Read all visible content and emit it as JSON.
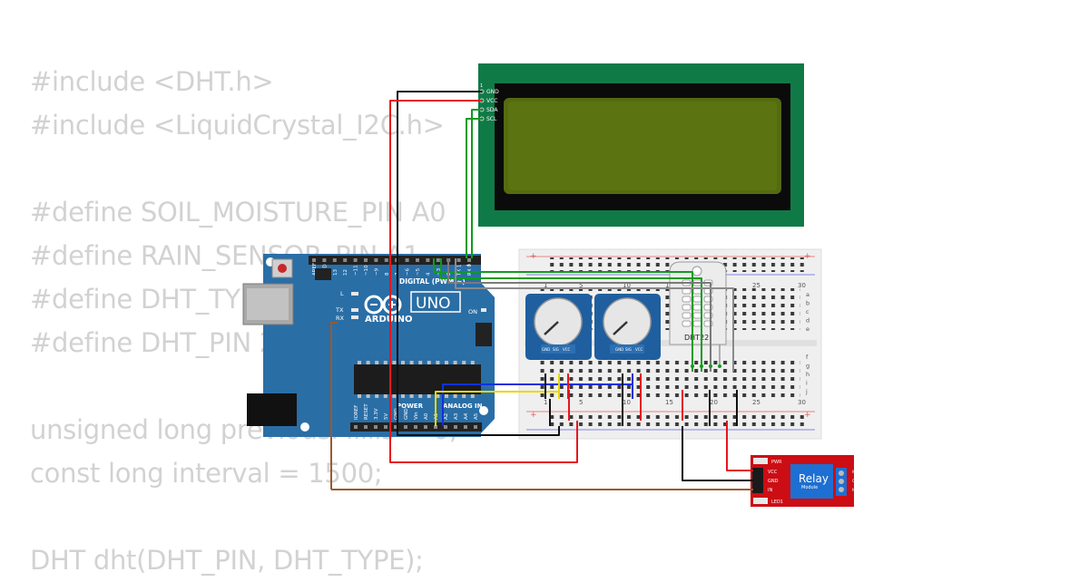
{
  "code_lines": [
    "#include <DHT.h>",
    "#include <LiquidCrystal_I2C.h>",
    "",
    "#define SOIL_MOISTURE_PIN A0",
    "#define RAIN_SENSOR_PIN A1",
    "#define DHT_TYPE DHT22",
    "#define DHT_PIN 2",
    "",
    "unsigned long previousMillis = 0;",
    "const long interval = 1500;",
    "",
    "DHT dht(DHT_PIN, DHT_TYPE);"
  ],
  "lcd": {
    "pins": [
      "GND",
      "VCC",
      "SDA",
      "SCL"
    ],
    "pin1_label": "1"
  },
  "arduino": {
    "model_label": "UNO",
    "brand_label": "ARDUINO",
    "digital_label": "DIGITAL (PWM ~)",
    "power_label": "POWER",
    "analog_label": "ANALOG IN",
    "led_labels": [
      "L",
      "TX",
      "RX"
    ],
    "on_label": "ON",
    "top_pin_labels": [
      "AREF",
      "GND",
      "13",
      "12",
      "~11",
      "~10",
      "~9",
      "8",
      "7",
      "~6",
      "~5",
      "4",
      "~3",
      "2",
      "TX 1",
      "RX 0"
    ],
    "bottom_pin_labels": [
      "IOREF",
      "RESET",
      "3.3V",
      "5V",
      "GND",
      "GND",
      "Vin",
      "A0",
      "A1",
      "A2",
      "A3",
      "A4",
      "A5"
    ]
  },
  "breadboard": {
    "column_numbers": [
      "1",
      "5",
      "10",
      "15",
      "20",
      "25",
      "30"
    ],
    "row_letters_top": [
      "a",
      "b",
      "c",
      "d",
      "e"
    ],
    "row_letters_bottom": [
      "f",
      "g",
      "h",
      "i",
      "j"
    ]
  },
  "potentiometer": {
    "pin_labels": [
      "GND",
      "SIG",
      "VCC"
    ]
  },
  "dht22": {
    "label": "DHT22"
  },
  "relay": {
    "title": "Relay",
    "subtitle": "Module",
    "pins": [
      "VCC",
      "GND",
      "IN"
    ],
    "pwr_label": "PWR",
    "led_label": "LED1",
    "contact_labels": [
      "NO",
      "COM",
      "NC"
    ]
  },
  "colors": {
    "lcd_board": "#107a47",
    "lcd_screen": "#556b10",
    "arduino_board": "#2a6ea6",
    "breadboard": "#efefef",
    "relay_board": "#cc0d14",
    "wire_black": "#111111",
    "wire_red": "#e8151c",
    "wire_green": "#0f9c1c",
    "wire_blue": "#1030e0",
    "wire_yellow": "#e8d800",
    "wire_brown": "#9a5a2c",
    "wire_gray": "#8a8a8a"
  }
}
